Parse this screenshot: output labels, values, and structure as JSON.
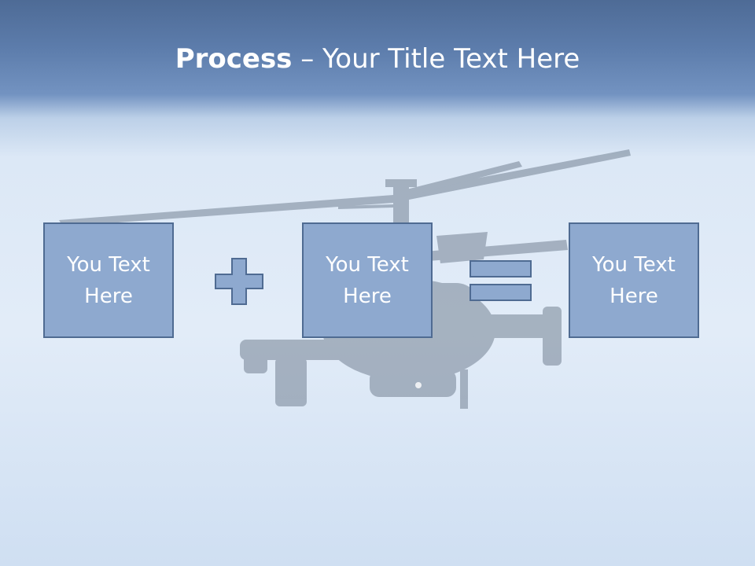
{
  "title": {
    "bold": "Process",
    "rest": " – Your Title Text Here"
  },
  "process": {
    "step1": "You Text Here",
    "step2": "You Text Here",
    "step3": "You Text Here",
    "operator1_icon": "plus-icon",
    "operator2_icon": "equals-icon"
  },
  "colors": {
    "box_fill": "#8ea9cf",
    "box_border": "#4f6b92",
    "title_text": "#ffffff"
  }
}
